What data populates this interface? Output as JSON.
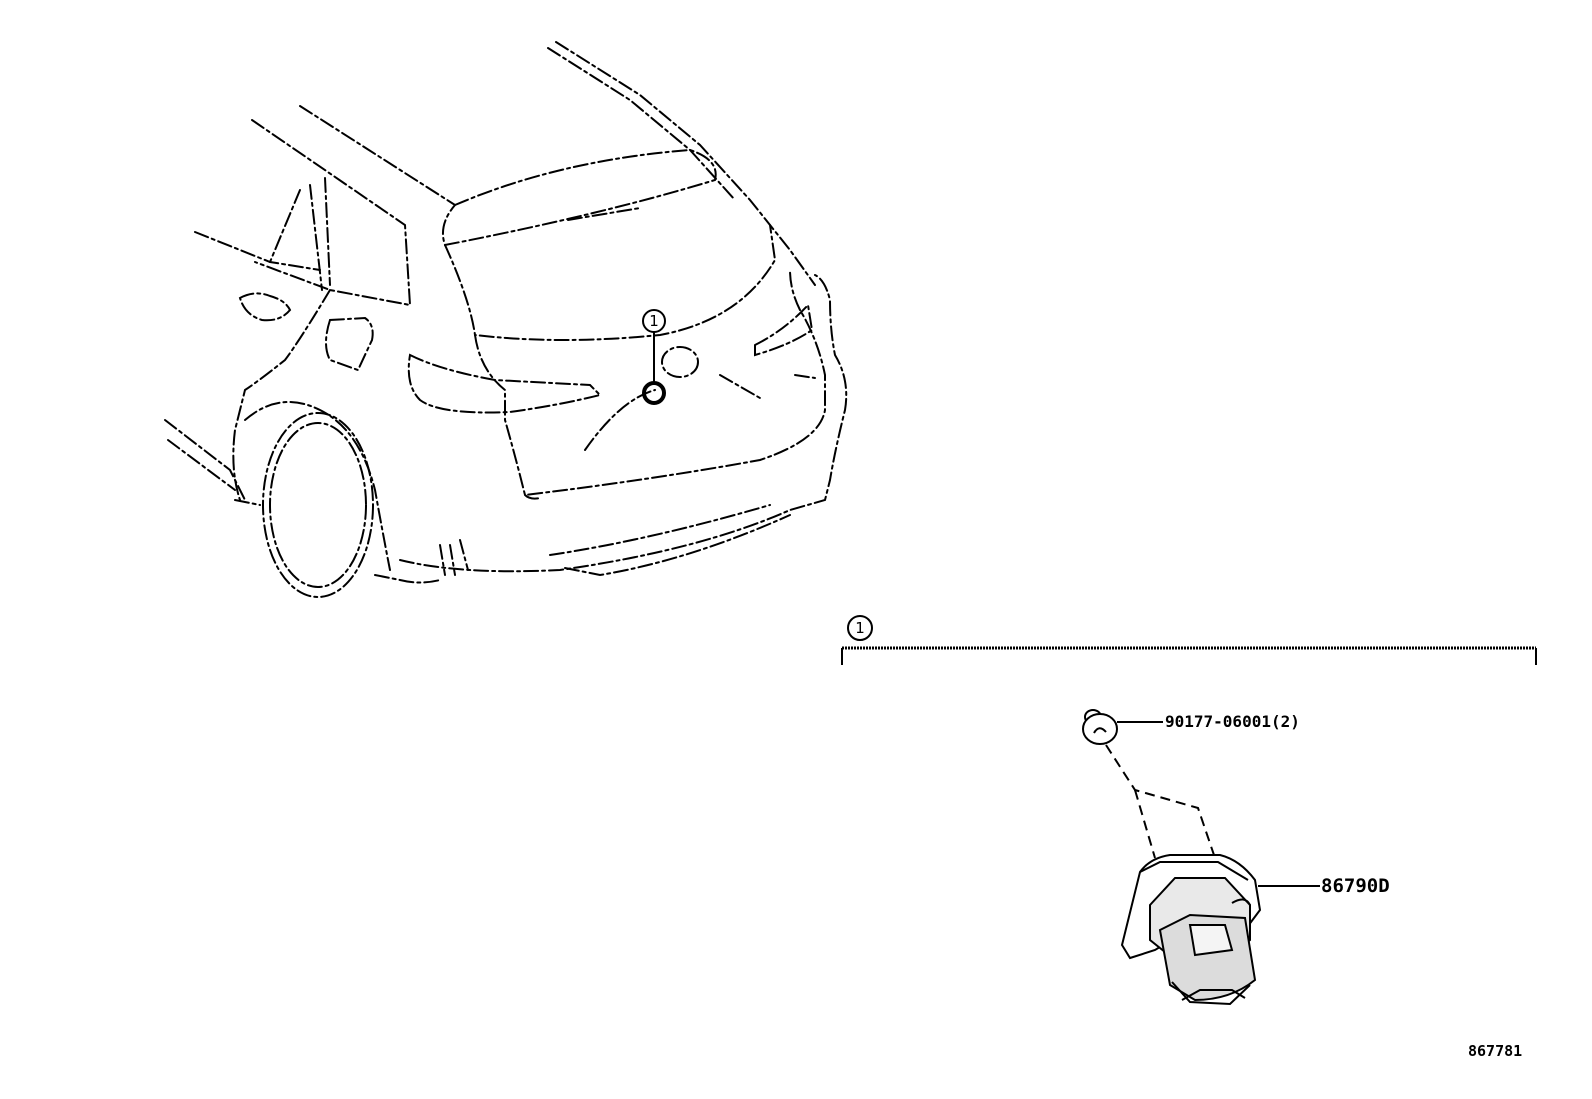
{
  "diagram": {
    "callout_index": "1",
    "parts": [
      {
        "part_number": "90177-06001(2)",
        "name_icon": "screw-icon"
      },
      {
        "part_number": "86790D",
        "name_icon": "camera-icon"
      }
    ],
    "illustration_id": "867781"
  }
}
